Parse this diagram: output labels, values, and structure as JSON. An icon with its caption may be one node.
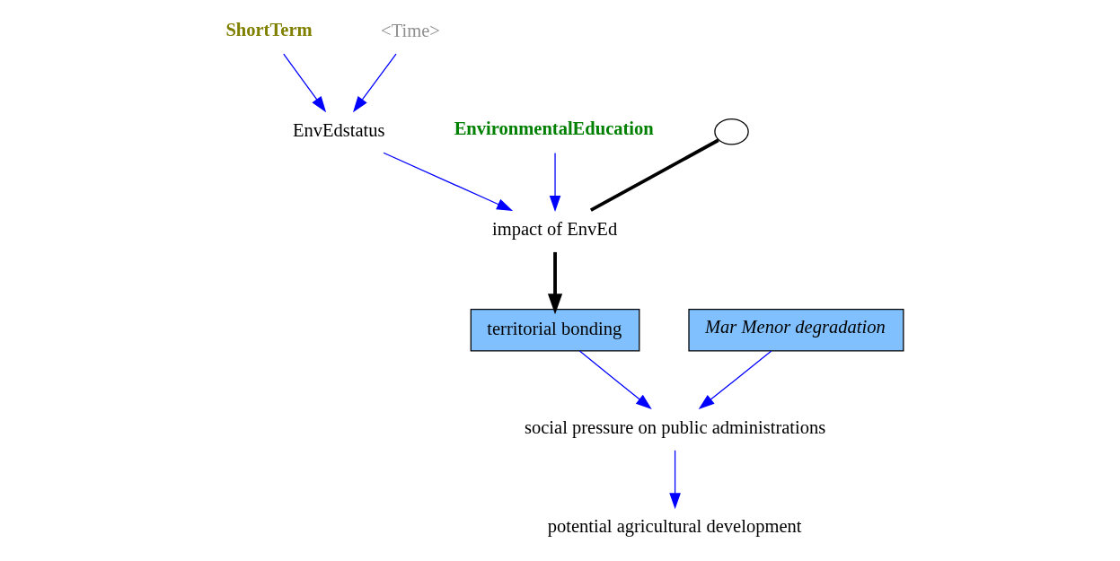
{
  "diagram": {
    "nodes": [
      {
        "text": [
          "ShortTerm"
        ]
      },
      {
        "text": [
          "EnvironmentalEducation"
        ]
      },
      {
        "text": [
          "EnvEdstatus"
        ]
      },
      {
        "text": [
          "<Time>"
        ]
      },
      {
        "text": [],
        "shape": "cloud"
      },
      {
        "text": [
          "impact of EnvEd"
        ]
      },
      {
        "text": [
          "territorial bonding"
        ]
      },
      {
        "text": [
          "Mar Menor degradation"
        ]
      },
      {
        "text": [
          "social pressure on public administrations"
        ]
      },
      {
        "text": [
          "potential agricultural development"
        ]
      }
    ],
    "edges": [
      {
        "from": 0,
        "to": 2,
        "arrow": "to"
      },
      {
        "from": 3,
        "to": 2,
        "arrow": "to"
      },
      {
        "from": 2,
        "to": 5,
        "arrow": "to"
      },
      {
        "from": 1,
        "to": 5,
        "arrow": "to"
      },
      {
        "from": 4,
        "to": 5,
        "arrow": "none",
        "style": "thick",
        "color": "#000000"
      },
      {
        "from": 5,
        "to": 6,
        "arrow": "to",
        "style": "thick",
        "color": "#000000"
      },
      {
        "from": 6,
        "to": 8,
        "arrow": "to"
      },
      {
        "from": 7,
        "to": 8,
        "arrow": "to"
      },
      {
        "from": 8,
        "to": 9,
        "arrow": "to"
      }
    ]
  }
}
